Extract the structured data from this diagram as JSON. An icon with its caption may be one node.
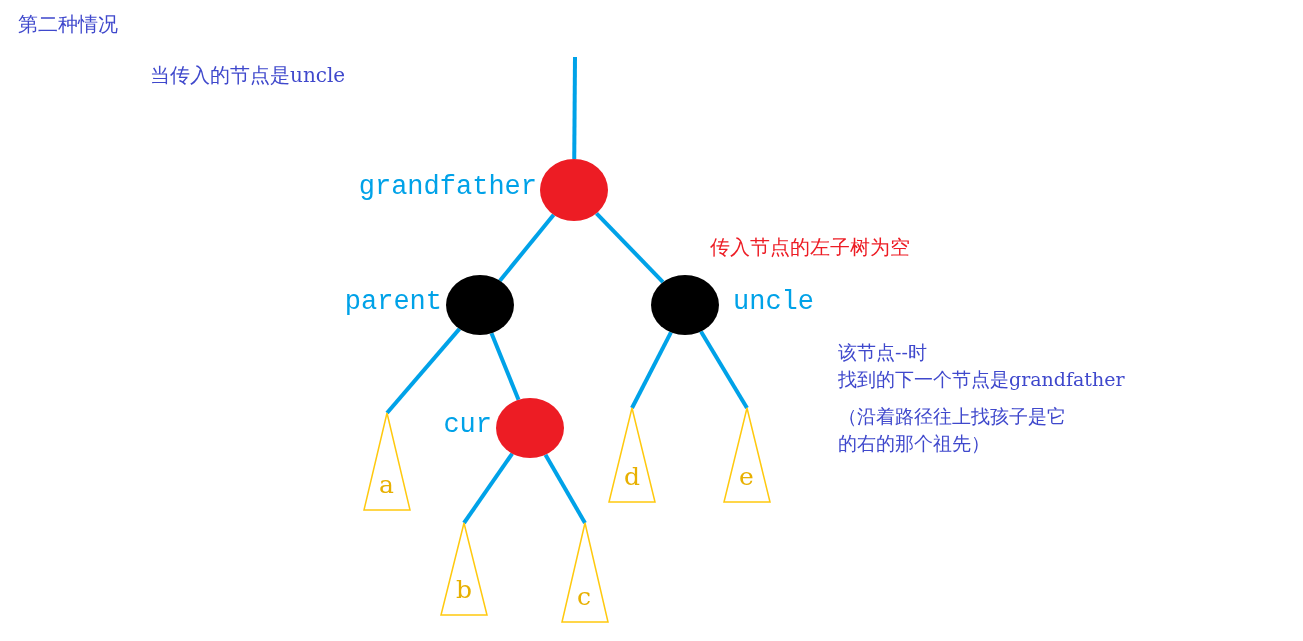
{
  "diagram": {
    "title": "第二种情况",
    "nodes": [
      {
        "text": [],
        "shape": "circle",
        "beside": [
          "grandfather"
        ]
      },
      {
        "text": [],
        "shape": "circle",
        "beside": [
          "parent"
        ]
      },
      {
        "text": [],
        "shape": "circle",
        "beside": [
          "uncle"
        ]
      },
      {
        "text": [],
        "shape": "circle",
        "beside": [
          "cur"
        ]
      },
      {
        "text": [
          "a"
        ]
      },
      {
        "text": [
          "b"
        ]
      },
      {
        "text": [
          "c"
        ]
      },
      {
        "text": [
          "d"
        ]
      },
      {
        "text": [
          "e"
        ]
      }
    ],
    "edges": [
      {
        "from": null,
        "to": 0,
        "arrow": "none"
      },
      {
        "from": 0,
        "to": 1,
        "arrow": "none"
      },
      {
        "from": 0,
        "to": 2,
        "arrow": "none"
      },
      {
        "from": 1,
        "to": 4,
        "arrow": "none"
      },
      {
        "from": 1,
        "to": 3,
        "arrow": "none"
      },
      {
        "from": 3,
        "to": 5,
        "arrow": "none"
      },
      {
        "from": 3,
        "to": 6,
        "arrow": "none"
      },
      {
        "from": 2,
        "to": 7,
        "arrow": "none"
      },
      {
        "from": 2,
        "to": 8,
        "arrow": "none"
      }
    ],
    "labels": [
      "当传入的节点是uncle",
      "传入节点的左子树为空",
      "该节点--时",
      "找到的下一个节点是grandfather",
      "（沿着路径往上找孩子是它的右的那个祖先）"
    ]
  }
}
